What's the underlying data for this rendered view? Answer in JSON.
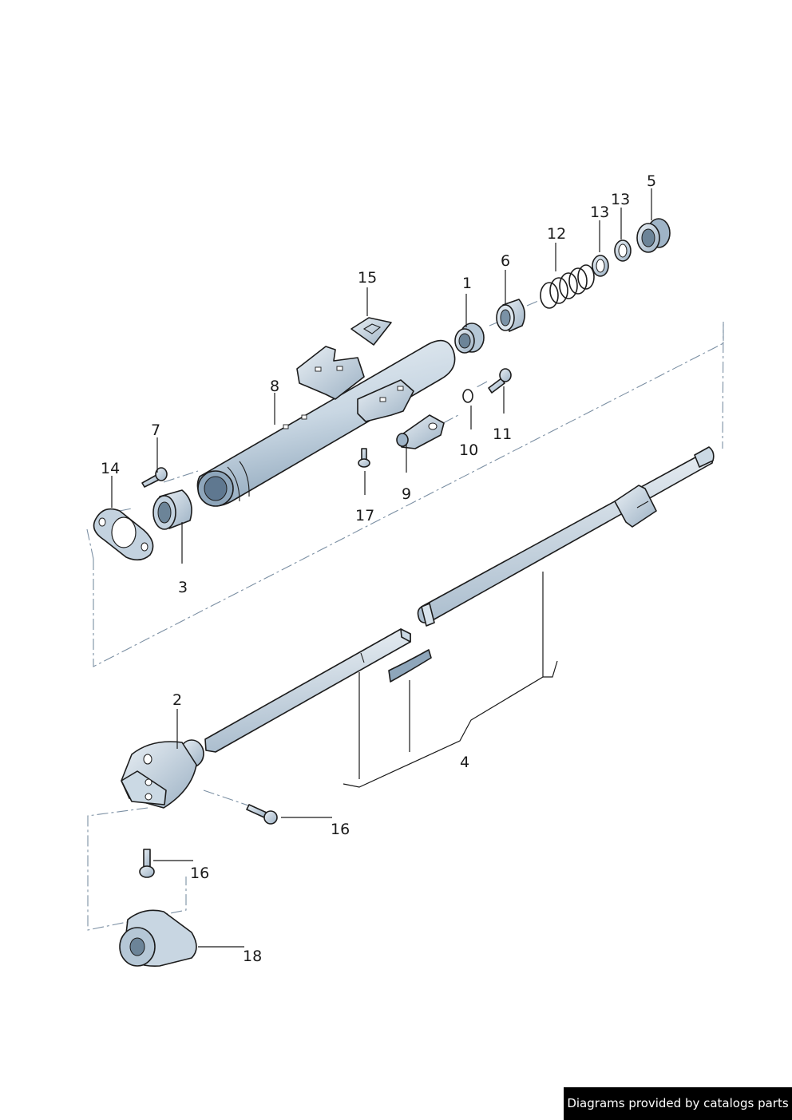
{
  "callouts": {
    "c1": "1",
    "c2": "2",
    "c3": "3",
    "c4": "4",
    "c5": "5",
    "c6": "6",
    "c7": "7",
    "c8": "8",
    "c9": "9",
    "c10": "10",
    "c11": "11",
    "c12": "12",
    "c13a": "13",
    "c13b": "13",
    "c14": "14",
    "c15": "15",
    "c16a": "16",
    "c16b": "16",
    "c17": "17",
    "c18": "18"
  },
  "credit": "Diagrams provided by catalogs parts",
  "colors": {
    "part_fill": "#d4e0ea",
    "part_dark": "#9fb4c7",
    "outline": "#1c1c1c",
    "dash": "#7b8fa3"
  }
}
